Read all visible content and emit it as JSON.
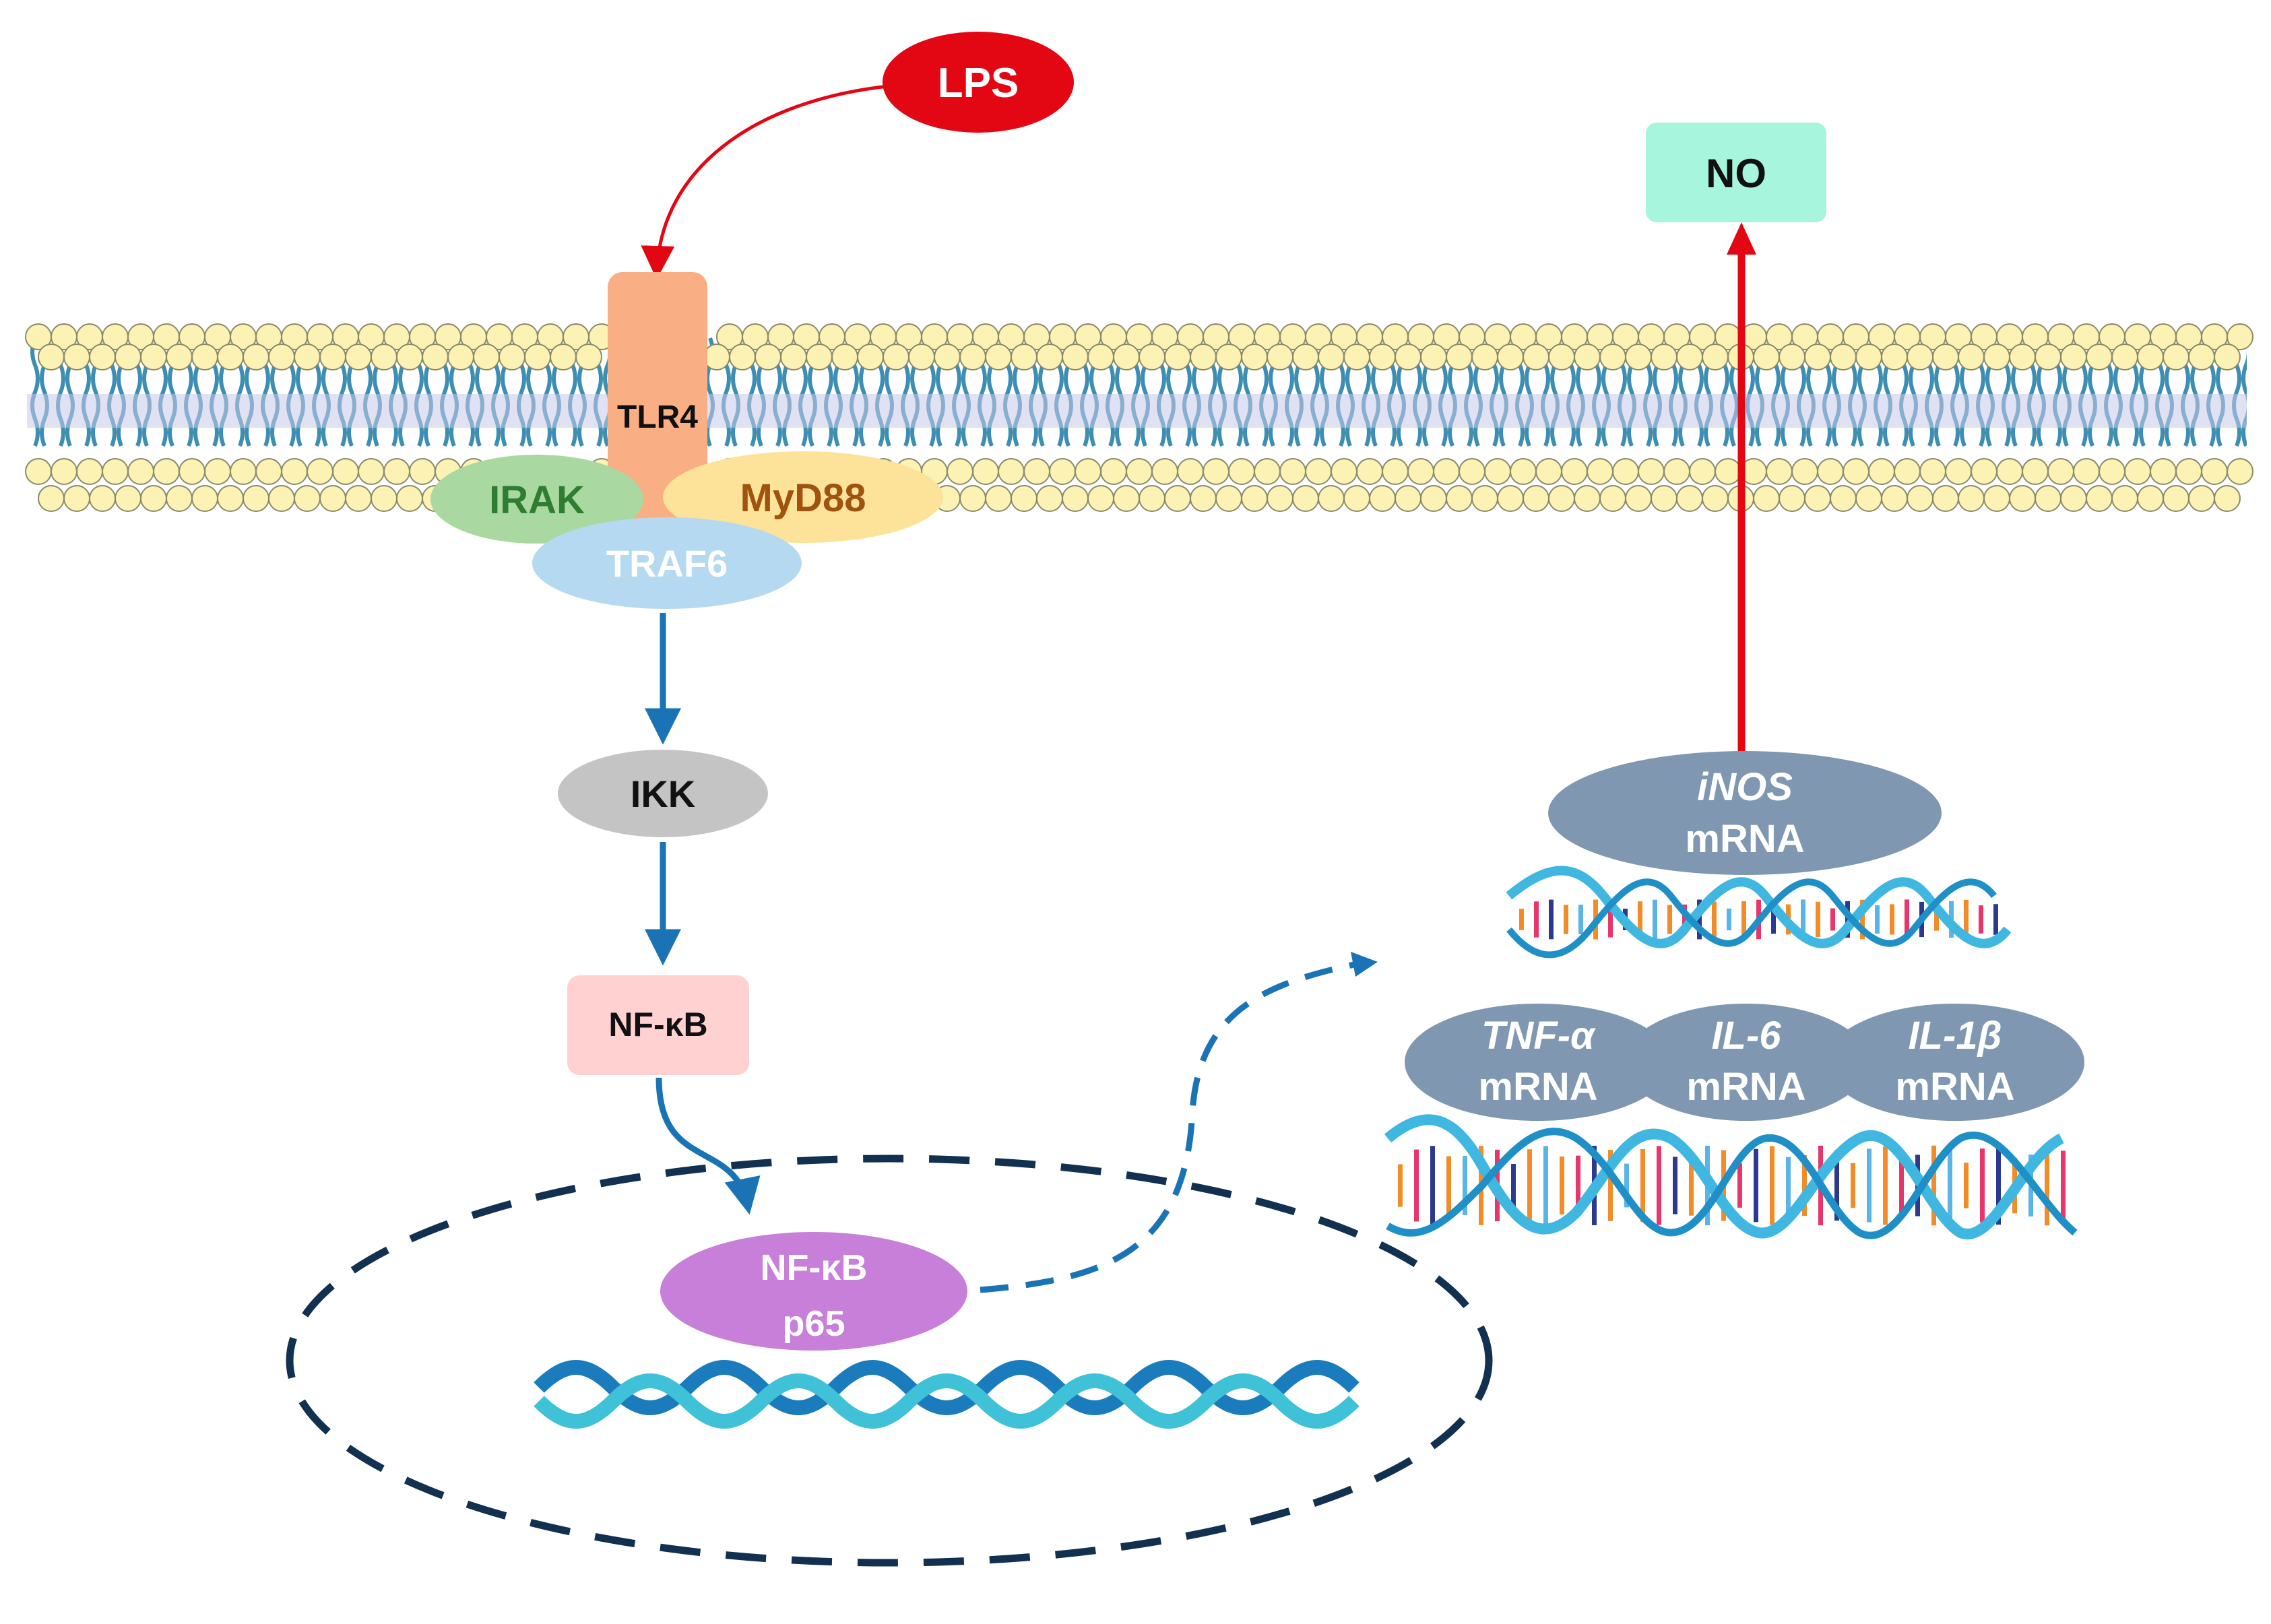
{
  "nodes": {
    "lps": "LPS",
    "no": "NO",
    "tlr4": "TLR4",
    "irak": "IRAK",
    "myd88": "MyD88",
    "traf6": "TRAF6",
    "ikk": "IKK",
    "nfkb": "NF-κB",
    "nfkb_p65": {
      "line1": "NF-κB",
      "line2": "p65"
    },
    "inos": {
      "gene": "iNOS",
      "suffix": "mRNA"
    },
    "tnfa": {
      "gene": "TNF-α",
      "suffix": "mRNA"
    },
    "il6": {
      "gene": "IL-6",
      "suffix": "mRNA"
    },
    "il1b": {
      "gene": "IL-1β",
      "suffix": "mRNA"
    }
  },
  "colors": {
    "lps": "#e30613",
    "no_box": "#a6f5dc",
    "tlr4": "#f9ae84",
    "irak": "#a9d9a0",
    "irak_text": "#2e7d32",
    "myd88": "#fde39a",
    "myd88_text": "#a0520f",
    "traf6": "#b5d9f0",
    "ikk": "#c4c4c4",
    "nfkb_box": "#ffd1d1",
    "p65": "#c77fd9",
    "mrna": "#7f97b0",
    "arrow_blue": "#1a73b5",
    "arrow_red": "#e30613",
    "nucleus": "#12304f",
    "lipid_head": "#fbf2b3",
    "lipid_tail": "#3c8fb2"
  }
}
